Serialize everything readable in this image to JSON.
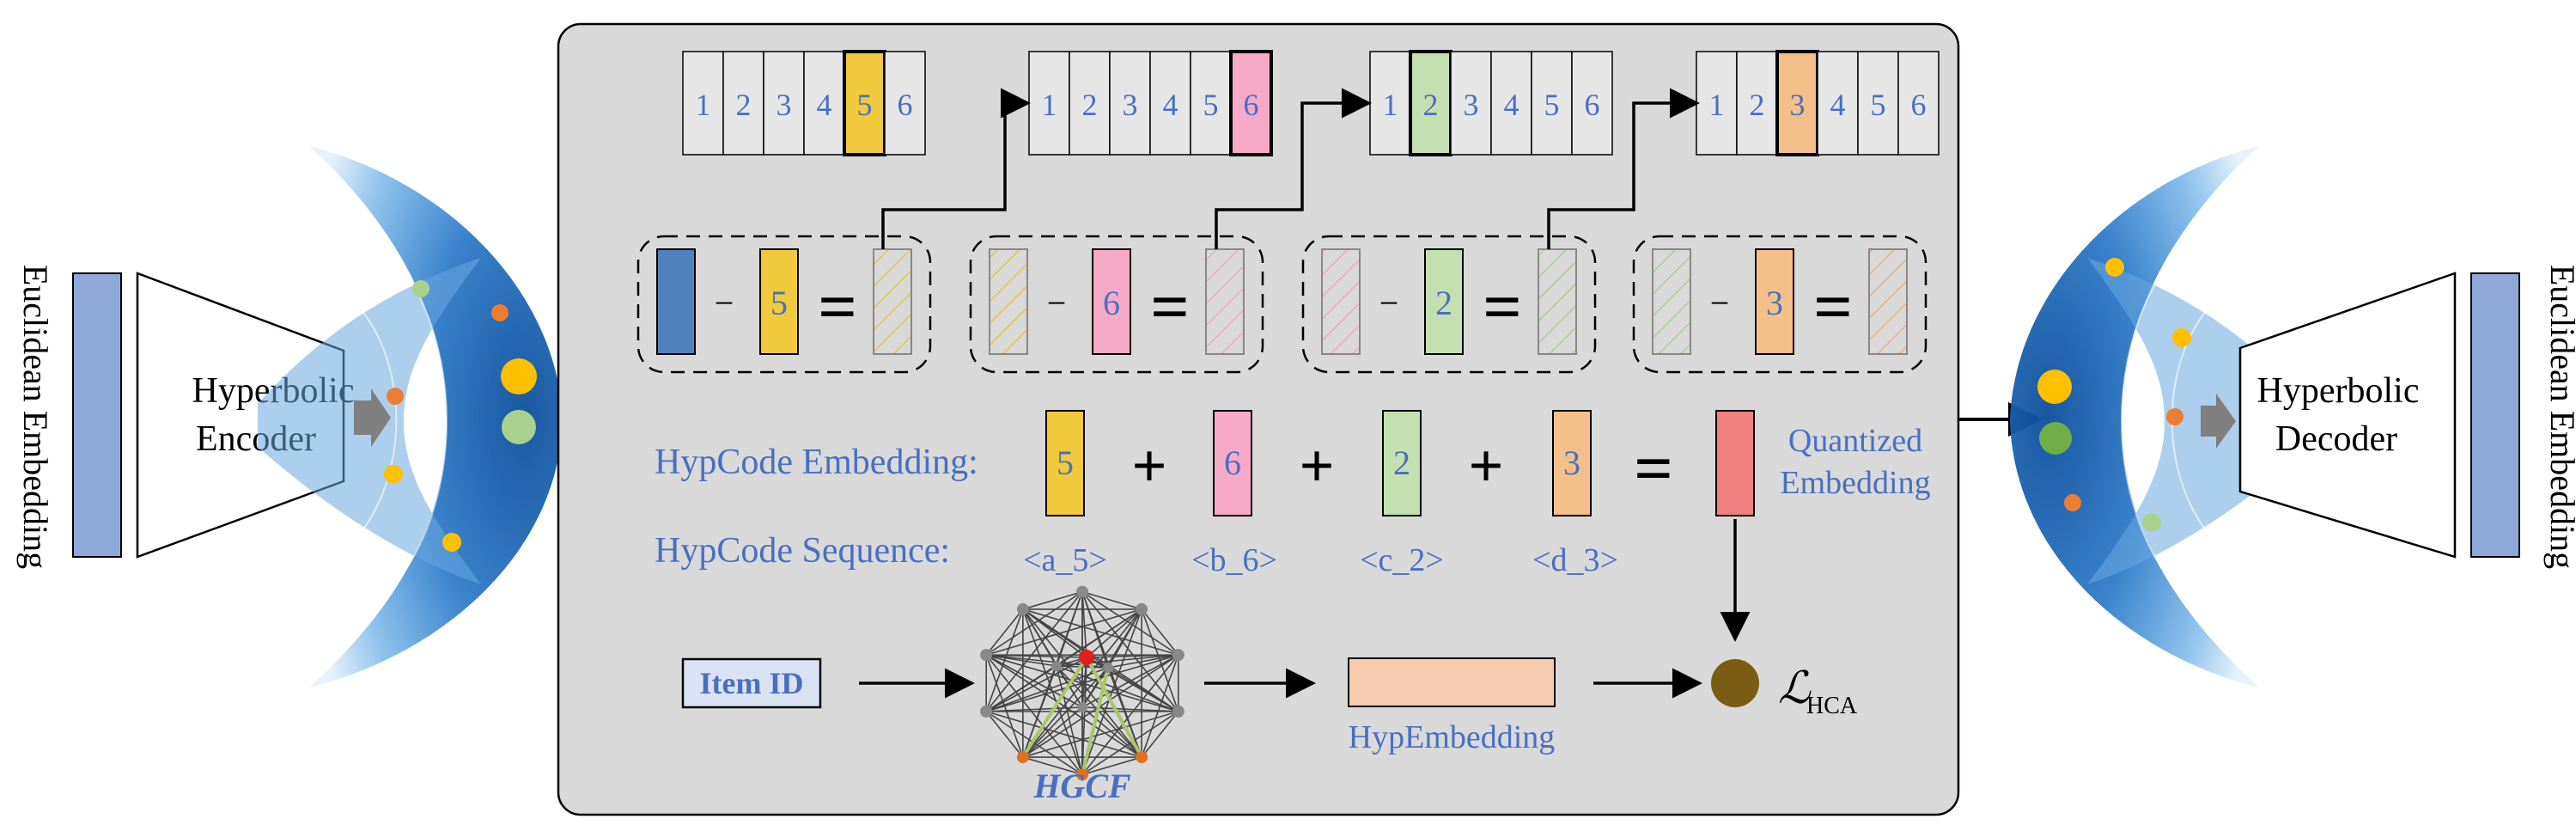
{
  "left": {
    "embedding_label": "Euclidean Embedding",
    "encoder_line1": "Hyperbolic",
    "encoder_line2": "Encoder"
  },
  "right": {
    "embedding_label": "Euclidean Embedding",
    "decoder_line1": "Hyperbolic",
    "decoder_line2": "Decoder"
  },
  "codebooks": [
    {
      "cells": [
        "1",
        "2",
        "3",
        "4",
        "5",
        "6"
      ],
      "selected": 4,
      "color": "#f0c93c"
    },
    {
      "cells": [
        "1",
        "2",
        "3",
        "4",
        "5",
        "6"
      ],
      "selected": 5,
      "color": "#f7aac8"
    },
    {
      "cells": [
        "1",
        "2",
        "3",
        "4",
        "5",
        "6"
      ],
      "selected": 1,
      "color": "#c4e0b0"
    },
    {
      "cells": [
        "1",
        "2",
        "3",
        "4",
        "5",
        "6"
      ],
      "selected": 2,
      "color": "#f3c08a"
    }
  ],
  "residuals": [
    {
      "minus": "−",
      "code": "5",
      "equals": "="
    },
    {
      "minus": "−",
      "code": "6",
      "equals": "="
    },
    {
      "minus": "−",
      "code": "2",
      "equals": "="
    },
    {
      "minus": "−",
      "code": "3",
      "equals": "="
    }
  ],
  "hypcode_embedding": {
    "label": "HypCode Embedding:",
    "codes": [
      "5",
      "6",
      "2",
      "3"
    ],
    "plus": "+",
    "equals": "=",
    "result_line1": "Quantized",
    "result_line2": "Embedding"
  },
  "hypcode_sequence": {
    "label": "HypCode Sequence:",
    "tokens": [
      "<a_5>",
      "<b_6>",
      "<c_2>",
      "<d_3>"
    ]
  },
  "pipeline": {
    "item_id": "Item ID",
    "gcn_label": "HGCF",
    "hyp_embedding": "HypEmbedding",
    "loss_symbol": "ℒ",
    "loss_subscript": "HCA"
  },
  "colors": {
    "text_blue": "#4a6fc1",
    "panel_bg": "#d9d9d9",
    "euclid_bar": "#8ea9d9",
    "blue_box": "#4f81bd",
    "yellow": "#f0c93c",
    "pink": "#f7aac8",
    "green": "#c4e0b0",
    "orange": "#f3c08a",
    "quantized": "#f08080",
    "hyp_emb": "#f7cbb0",
    "loss_dot": "#7a5c14"
  }
}
